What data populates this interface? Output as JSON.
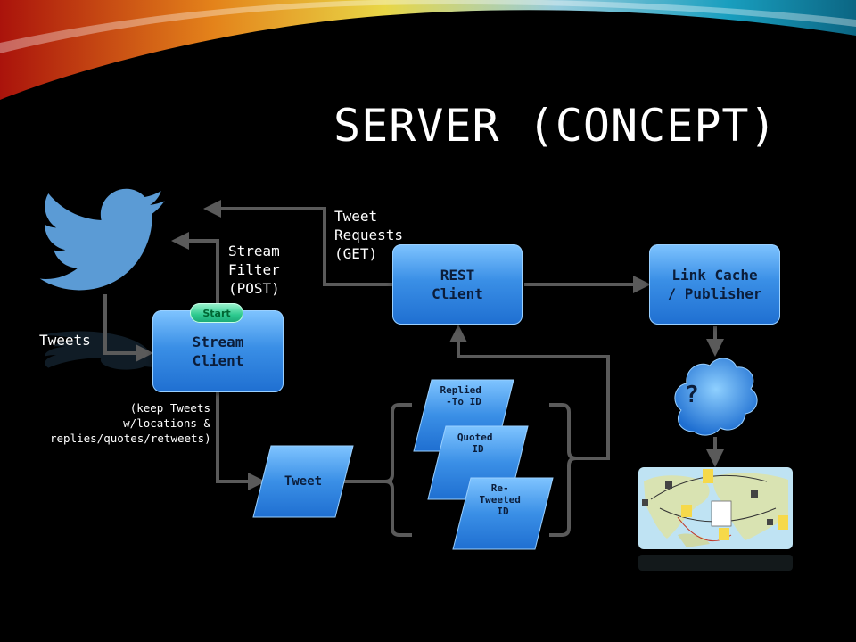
{
  "slide": {
    "title": "SERVER (CONCEPT)"
  },
  "labels": {
    "stream_filter": "Stream\nFilter\n(POST)",
    "tweet_requests": "Tweet\nRequests\n(GET)",
    "tweets": "Tweets",
    "keep_note": "(keep Tweets\nw/locations &\nreplies/quotes/retweets)"
  },
  "nodes": {
    "stream_client": "Stream\nClient",
    "start_button": "Start",
    "rest_client": "REST\nClient",
    "link_cache": "Link Cache\n/ Publisher",
    "tweet": "Tweet",
    "replied_to_id": [
      "Replied",
      "-To ID"
    ],
    "quoted_id": [
      "Quoted",
      "ID"
    ],
    "retweeted_id": [
      "Re-",
      "Tweeted",
      "ID"
    ],
    "unknown_cloud": "?"
  },
  "icons": {
    "twitter": "twitter-bird-icon",
    "map": "map-thumbnail-icon",
    "cloud": "cloud-icon"
  },
  "colors": {
    "box_blue": "#3a8fe6",
    "arrow_gray": "#5a5a5a",
    "start_green": "#2dc98f",
    "twitter_blue": "#5b9bd5"
  }
}
